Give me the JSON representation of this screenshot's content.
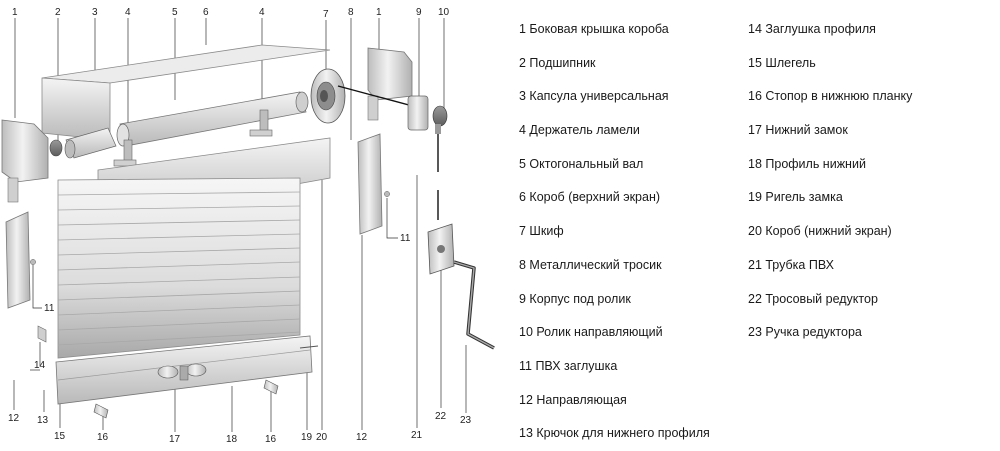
{
  "diagram": {
    "callouts": [
      "1",
      "2",
      "3",
      "4",
      "5",
      "6",
      "4",
      "7",
      "8",
      "1",
      "9",
      "10",
      "11",
      "11",
      "14",
      "12",
      "13",
      "15",
      "16",
      "17",
      "18",
      "16",
      "19",
      "20",
      "12",
      "21",
      "22",
      "23"
    ]
  },
  "legend": {
    "left": [
      "1 Боковая крышка короба",
      "2 Подшипник",
      "3 Капсула универсальная",
      "4 Держатель ламели",
      "5 Октогональный вал",
      "6 Короб (верхний экран)",
      "7 Шкиф",
      "8 Металлический тросик",
      "9 Корпус под ролик",
      "10 Ролик направляющий",
      "11 ПВХ заглушка",
      "12 Направляющая",
      "13 Крючок для нижнего профиля"
    ],
    "right": [
      "14 Заглушка профиля",
      "15 Шлегель",
      "16 Стопор в нижнюю планку",
      "17 Нижний замок",
      "18 Профиль нижний",
      "19 Ригель замка",
      "20 Короб (нижний экран)",
      "21 Трубка ПВХ",
      "22 Тросовый редуктор",
      "23 Ручка редуктора"
    ]
  }
}
